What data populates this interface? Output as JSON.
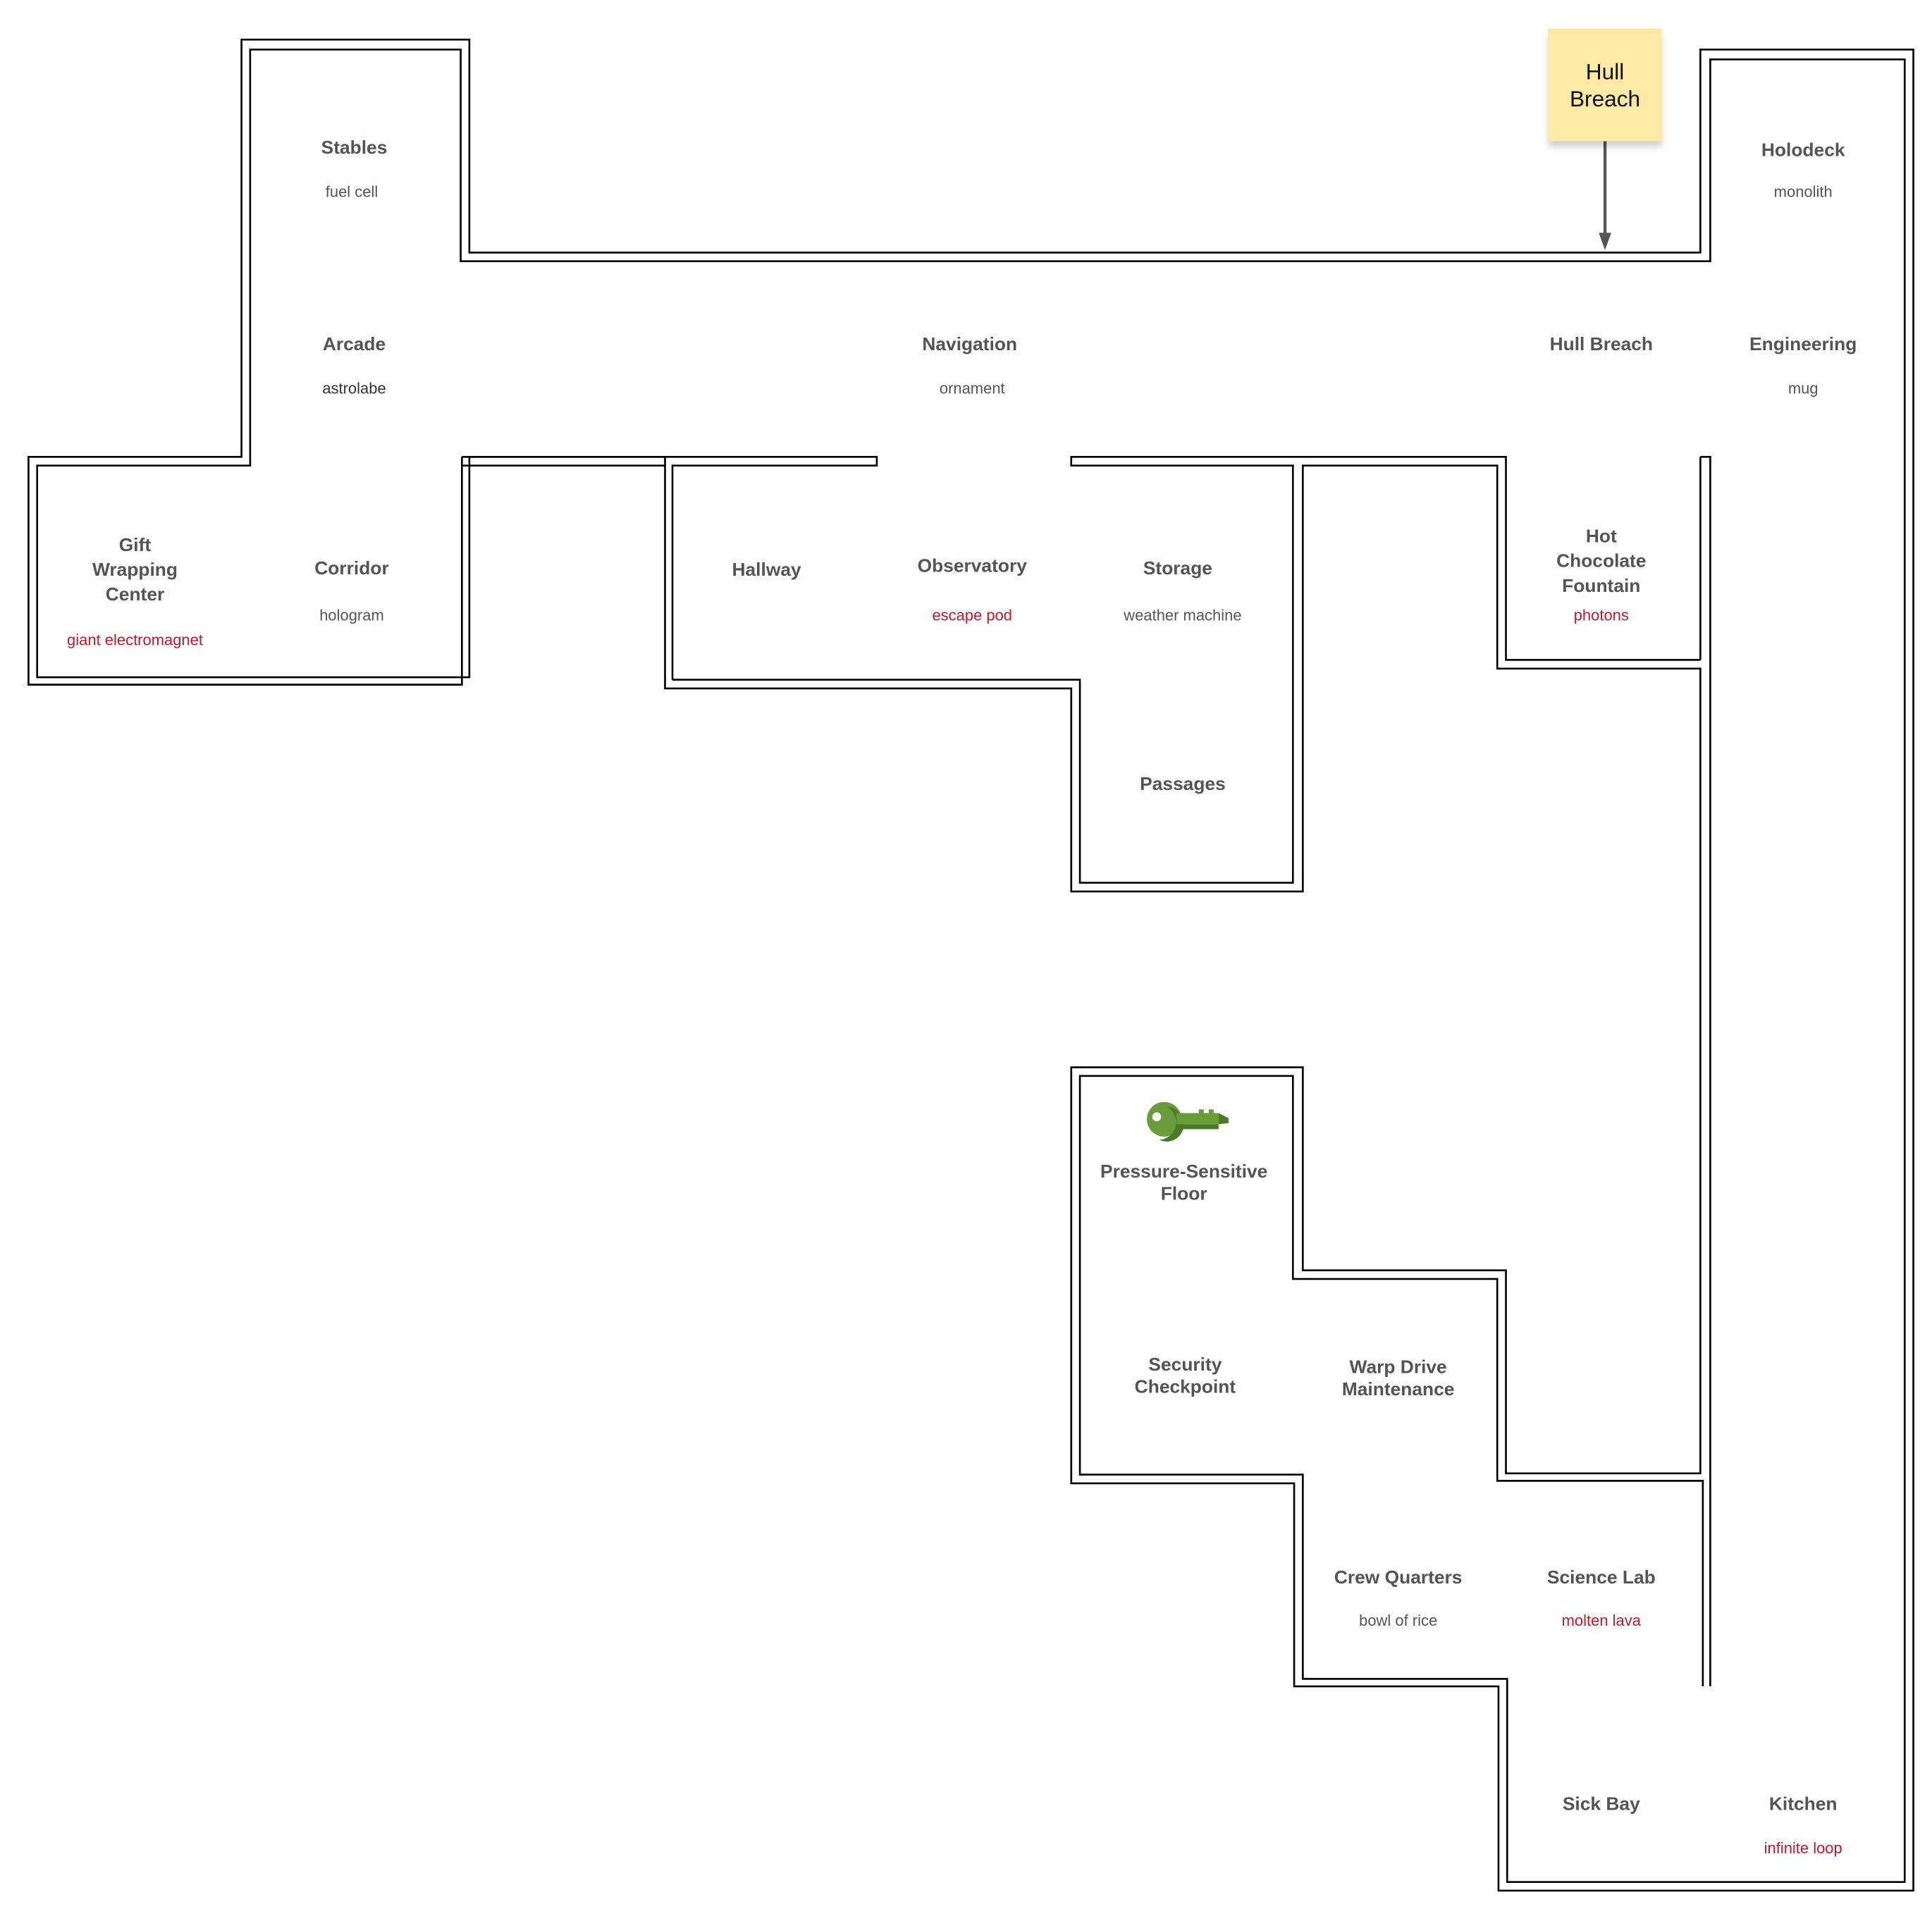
{
  "sticky_note": {
    "text": "Hull Breach",
    "color": "#fde9a6"
  },
  "rooms": {
    "stables": "Stables",
    "arcade": "Arcade",
    "navigation": "Navigation",
    "hull_breach": "Hull Breach",
    "holodeck": "Holodeck",
    "engineering": "Engineering",
    "gift_wrapping": "Gift Wrapping Center",
    "corridor": "Corridor",
    "hallway": "Hallway",
    "observatory": "Observatory",
    "storage": "Storage",
    "hot_chocolate": "Hot Chocolate Fountain",
    "passages": "Passages",
    "pressure_floor": "Pressure-Sensitive Floor",
    "security": "Security Checkpoint",
    "warp_drive": "Warp Drive Maintenance",
    "crew_quarters": "Crew Quarters",
    "science_lab": "Science Lab",
    "sick_bay": "Sick Bay",
    "kitchen": "Kitchen"
  },
  "items": {
    "fuel_cell": "fuel cell",
    "astrolabe": "astrolabe",
    "ornament": "ornament",
    "monolith": "monolith",
    "mug": "mug",
    "giant_electromagnet": "giant electromagnet",
    "hologram": "hologram",
    "escape_pod": "escape pod",
    "weather_machine": "weather machine",
    "photons": "photons",
    "bowl_of_rice": "bowl of rice",
    "molten_lava": "molten lava",
    "infinite_loop": "infinite loop"
  },
  "icons": {
    "key": "key-icon"
  },
  "colors": {
    "room_label": "#545454",
    "item_normal": "#555555",
    "item_dangerous": "#c0182c",
    "key": "#6a9a3a",
    "wall": "#000000"
  }
}
